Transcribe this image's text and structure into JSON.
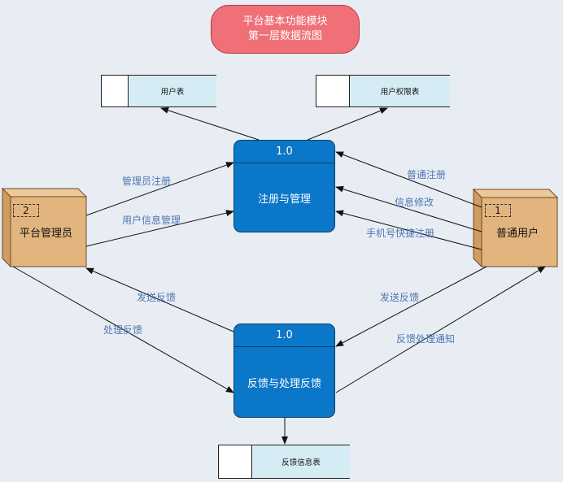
{
  "title": {
    "line1": "平台基本功能模块",
    "line2": "第一层数据流图",
    "fill": "#f07078"
  },
  "entities": {
    "admin": {
      "id": "2",
      "name": "平台管理员"
    },
    "user": {
      "id": "1",
      "name": "普通用户"
    },
    "fill": "#e3b57e"
  },
  "processes": {
    "register": {
      "id": "1.0",
      "name": "注册与管理"
    },
    "feedback": {
      "id": "1.0",
      "name": "反馈与处理反馈"
    },
    "fill": "#0a77c8"
  },
  "stores": {
    "user_table": "用户表",
    "permission_table": "用户权限表",
    "feedback_table": "反馈信息表",
    "fill": "#d6ecf4"
  },
  "flows": {
    "admin_register": "管理员注册",
    "user_info_manage": "用户信息管理",
    "normal_register": "普通注册",
    "info_modify": "信息修改",
    "phone_quick_register": "手机号快捷注册",
    "admin_send_feedback": "发送反馈",
    "admin_handle_feedback": "处理反馈",
    "user_send_feedback": "发送反馈",
    "feedback_notify": "反馈处理通知",
    "color": "#4e76b4"
  }
}
